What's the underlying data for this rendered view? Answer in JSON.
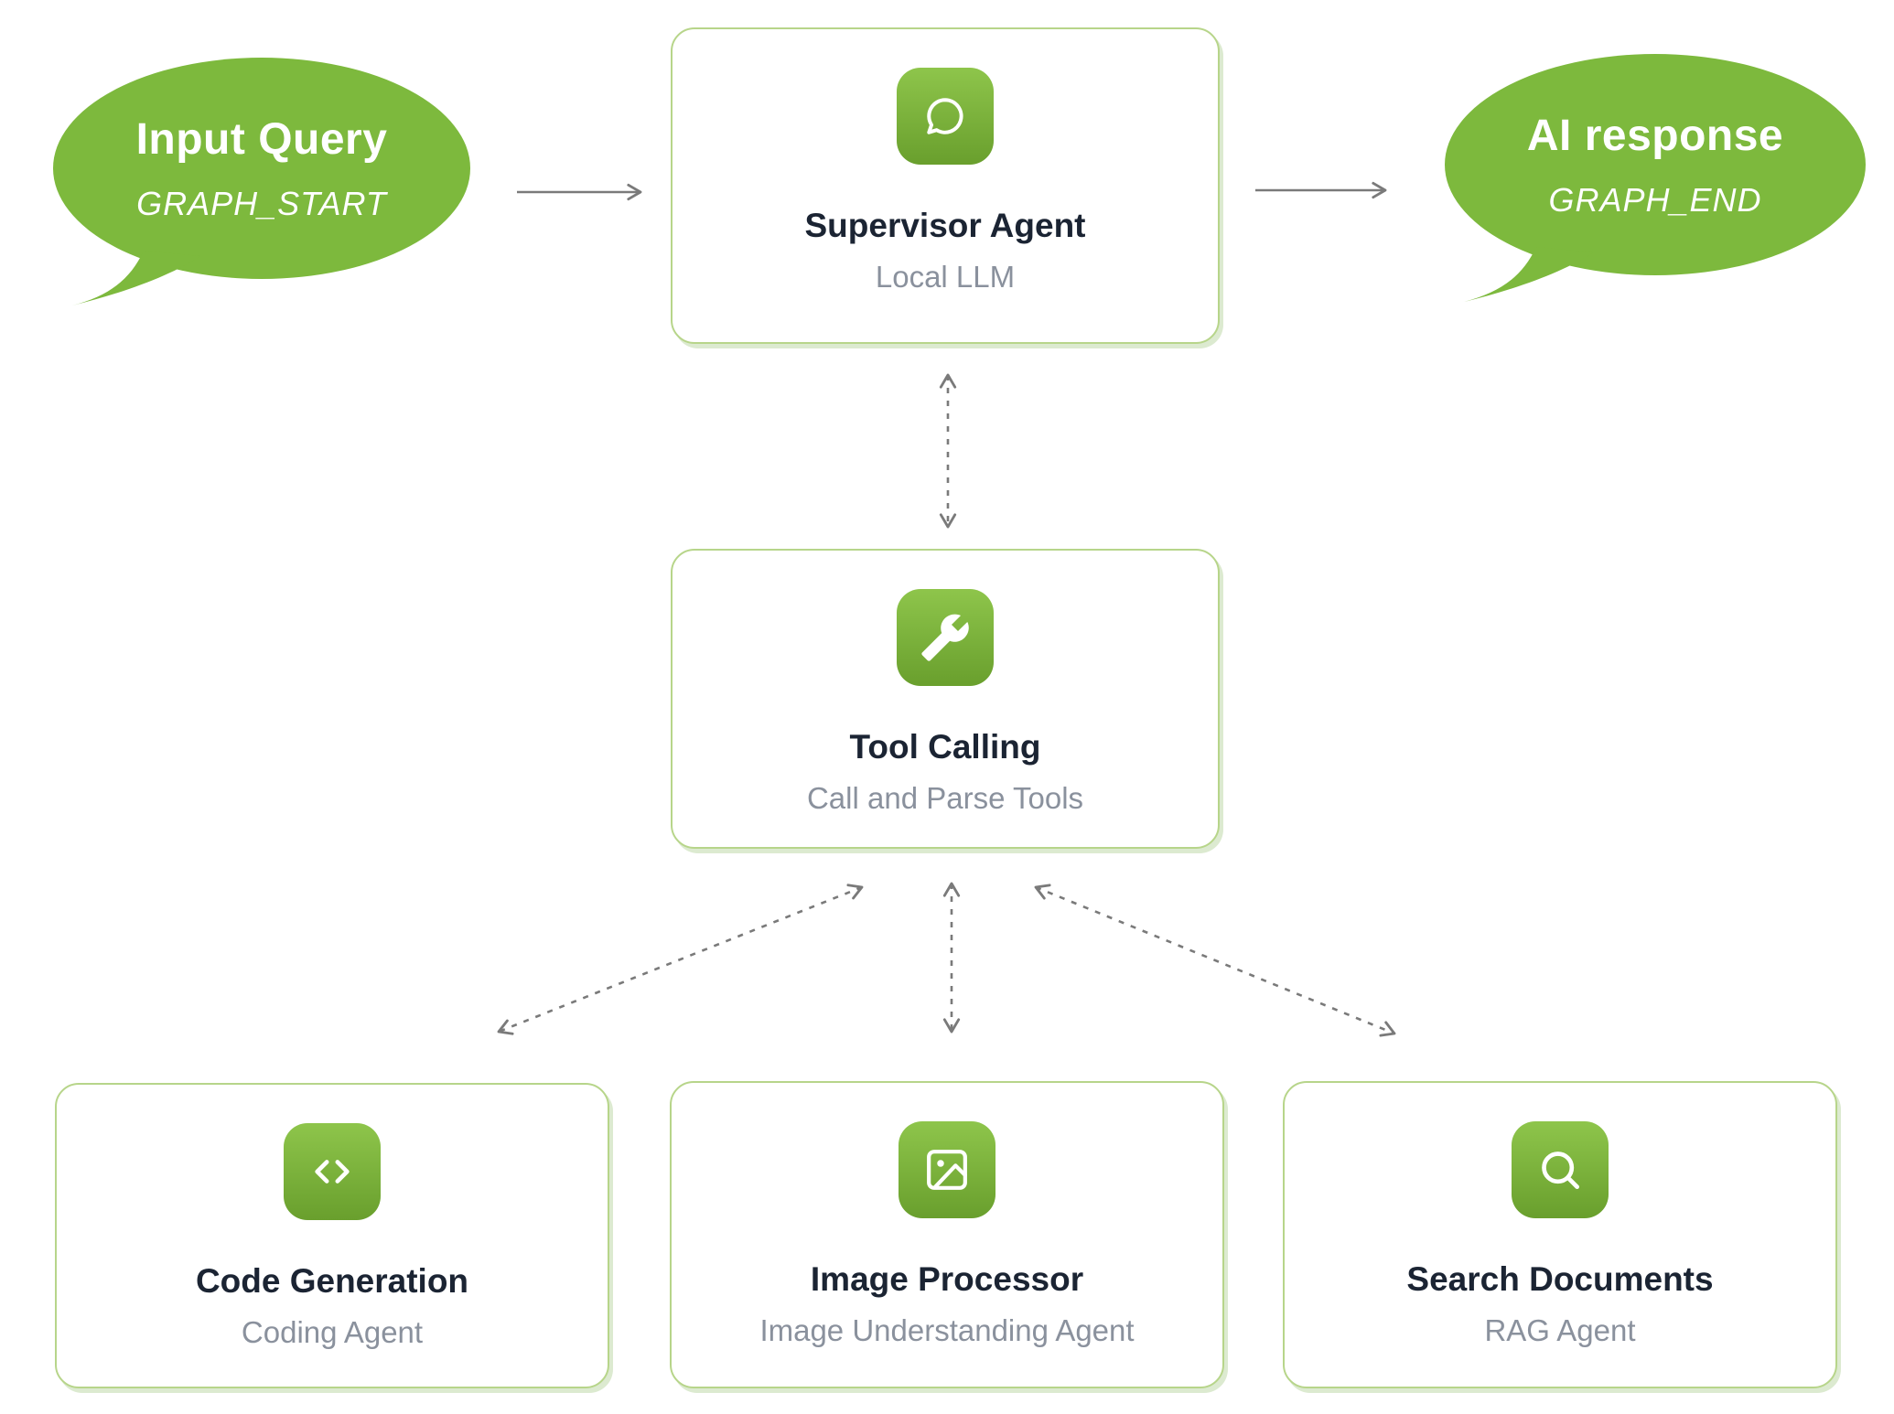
{
  "colors": {
    "green": "#7db93d",
    "green_grad_top": "#8ec54b",
    "green_grad_bottom": "#699f2d",
    "card_border": "#b7d58a",
    "card_shadow": "#dcead0",
    "title_color": "#1b2433",
    "subtitle_color": "#8a919d",
    "arrow_color": "#7a7a7a",
    "background": "#ffffff"
  },
  "nodes": {
    "input_query": {
      "title": "Input Query",
      "subtitle": "GRAPH_START",
      "icon": "speech-bubble"
    },
    "supervisor_agent": {
      "title": "Supervisor Agent",
      "subtitle": "Local LLM",
      "icon": "chat-icon"
    },
    "ai_response": {
      "title": "AI response",
      "subtitle": "GRAPH_END",
      "icon": "speech-bubble"
    },
    "tool_calling": {
      "title": "Tool Calling",
      "subtitle": "Call and Parse Tools",
      "icon": "wrench-icon"
    },
    "code_generation": {
      "title": "Code Generation",
      "subtitle": "Coding Agent",
      "icon": "code-icon"
    },
    "image_processor": {
      "title": "Image Processor",
      "subtitle": "Image Understanding Agent",
      "icon": "image-icon"
    },
    "search_documents": {
      "title": "Search Documents",
      "subtitle": "RAG Agent",
      "icon": "search-icon"
    }
  },
  "connections": [
    {
      "from": "input_query",
      "to": "supervisor_agent",
      "style": "solid",
      "direction": "one-way"
    },
    {
      "from": "supervisor_agent",
      "to": "ai_response",
      "style": "solid",
      "direction": "one-way"
    },
    {
      "from": "supervisor_agent",
      "to": "tool_calling",
      "style": "dashed",
      "direction": "two-way"
    },
    {
      "from": "tool_calling",
      "to": "code_generation",
      "style": "dashed",
      "direction": "two-way"
    },
    {
      "from": "tool_calling",
      "to": "image_processor",
      "style": "dashed",
      "direction": "two-way"
    },
    {
      "from": "tool_calling",
      "to": "search_documents",
      "style": "dashed",
      "direction": "two-way"
    }
  ]
}
